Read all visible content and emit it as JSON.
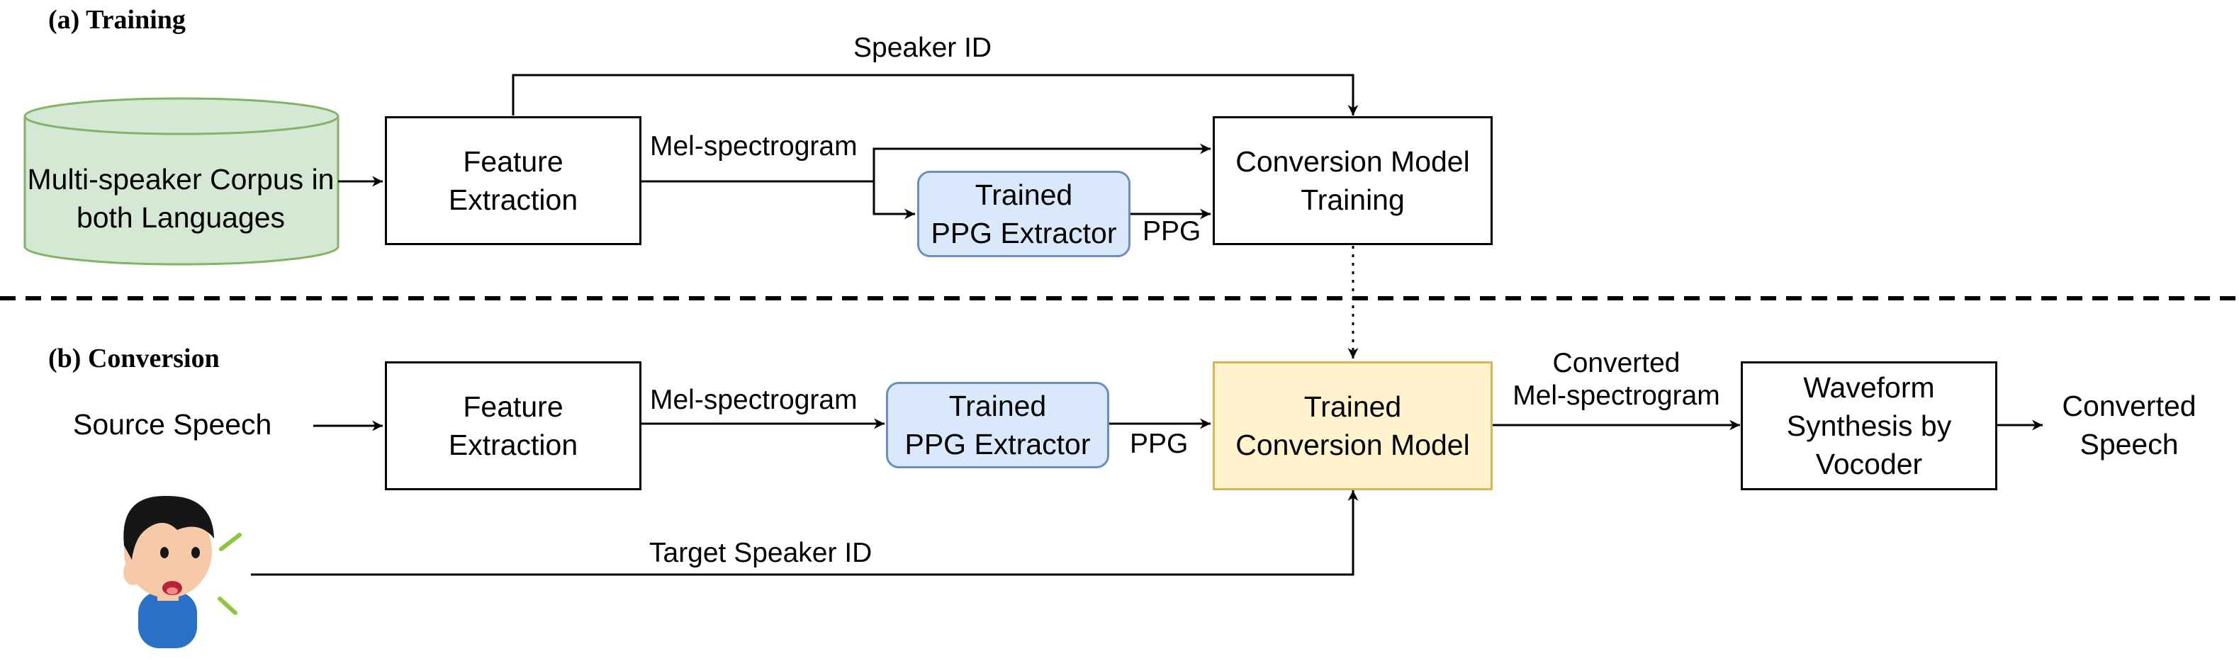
{
  "sections": {
    "training_title": "(a) Training",
    "conversion_title": "(b) Conversion"
  },
  "training": {
    "corpus": [
      "Multi-speaker Corpus",
      "in both Languages"
    ],
    "feature_extraction": [
      "Feature",
      "Extraction"
    ],
    "ppg_extractor": [
      "Trained",
      "PPG Extractor"
    ],
    "conversion_model_training": [
      "Conversion Model",
      "Training"
    ],
    "labels": {
      "speaker_id": "Speaker ID",
      "mel_spectrogram": "Mel-spectrogram",
      "ppg": "PPG"
    }
  },
  "conversion": {
    "source_speech": "Source Speech",
    "feature_extraction": [
      "Feature",
      "Extraction"
    ],
    "ppg_extractor": [
      "Trained",
      "PPG Extractor"
    ],
    "trained_conversion_model": [
      "Trained",
      "Conversion Model"
    ],
    "vocoder": [
      "Waveform",
      "Synthesis by",
      "Vocoder"
    ],
    "converted_speech": [
      "Converted",
      "Speech"
    ],
    "labels": {
      "mel_spectrogram": "Mel-spectrogram",
      "ppg": "PPG",
      "converted_mel": [
        "Converted",
        "Mel-spectrogram"
      ],
      "target_speaker_id": "Target Speaker ID"
    }
  },
  "colors": {
    "corpus_fill": "#d5e8d4",
    "corpus_stroke": "#82b366",
    "ppg_fill": "#dae8fc",
    "ppg_stroke": "#6c8ebf",
    "trained_model_fill": "#fff2cc",
    "trained_model_stroke": "#d6b656"
  },
  "icons": {
    "speaker": "speaking-person-icon"
  }
}
